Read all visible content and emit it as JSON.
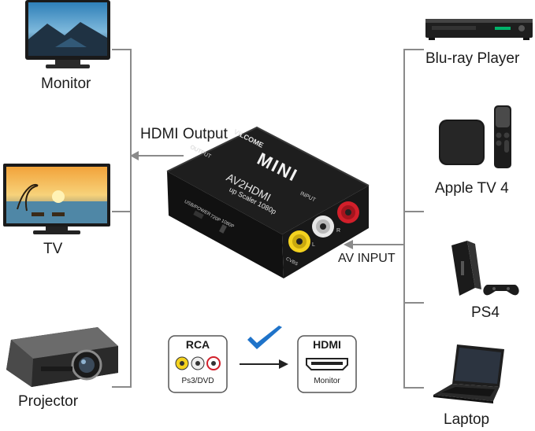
{
  "left_devices": {
    "monitor": "Monitor",
    "tv": "TV",
    "projector": "Projector"
  },
  "right_devices": {
    "bluray": "Blu-ray Player",
    "appletv": "Apple TV 4",
    "ps4": "PS4",
    "laptop": "Laptop"
  },
  "arrows": {
    "output": "HDMI Output",
    "input": "AV INPUT"
  },
  "device": {
    "brand": "VILCOME",
    "model": "MINI",
    "name": "AV2HDMI",
    "subtitle": "up Scaler 1080p",
    "port_output": "OUTPUT",
    "port_input": "INPUT",
    "port_usb": "USB/POWER",
    "switch_720": "720P",
    "switch_1080": "1080P",
    "port_cvbs": "CVBS",
    "port_l": "L",
    "port_r": "R"
  },
  "badges": {
    "rca_title": "RCA",
    "rca_sub": "Ps3/DVD",
    "hdmi_title": "HDMI",
    "hdmi_sub": "Monitor"
  },
  "colors": {
    "line": "#8a8a8a",
    "check": "#1f73c9",
    "rca_yellow": "#f4d21f",
    "rca_white": "#e8e8e8",
    "rca_red": "#d21f2a"
  }
}
